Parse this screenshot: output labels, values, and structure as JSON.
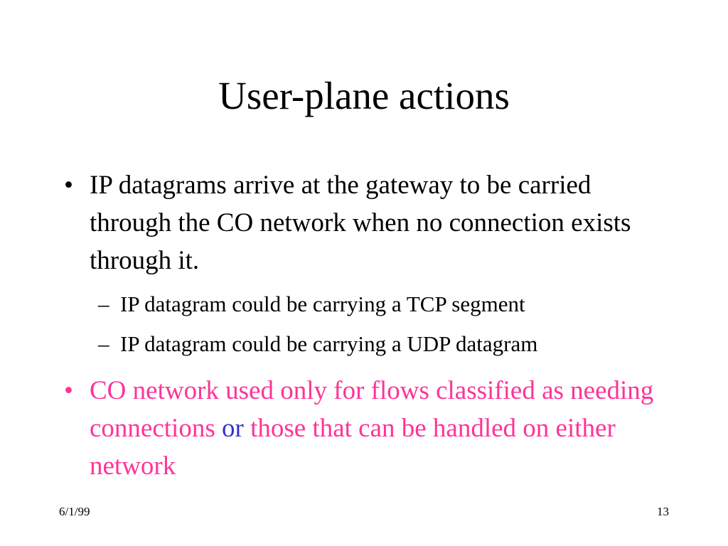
{
  "slide": {
    "title": "User-plane actions",
    "bullets": [
      {
        "marker": "•",
        "text": "IP datagrams arrive at the gateway to be carried through the CO network when no connection exists through it.",
        "subitems": [
          {
            "marker": "–",
            "text": "IP datagram could be carrying a TCP segment"
          },
          {
            "marker": "–",
            "text": "IP datagram could be carrying a UDP datagram"
          }
        ]
      },
      {
        "marker": "•",
        "text_before": "CO network used only for flows classified as needing connections",
        "connector": "or",
        "text_after": "those that can be handled on either network",
        "color": "#ff3399",
        "connector_color": "#3333cc"
      }
    ]
  },
  "footer": {
    "date": "6/1/99",
    "page_number": "13"
  }
}
